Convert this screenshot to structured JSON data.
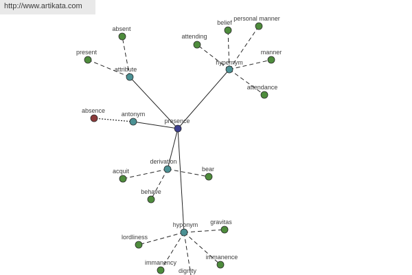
{
  "site_url": "http://www.artikata.com",
  "colors": {
    "center": "#3d3f8e",
    "relation": "#4b9194",
    "word": "#4e8c3c",
    "antonym_word": "#8b3a3a",
    "edge": "#222222"
  },
  "graph": {
    "center": "presence",
    "relations": {
      "attribute": "attribute",
      "hypernym": "hypernym",
      "antonym": "antonym",
      "derivation": "derivation",
      "hyponym": "hyponym"
    },
    "words": {
      "absent": "absent",
      "present": "present",
      "attending": "attending",
      "belief": "belief",
      "personal_manner": "personal manner",
      "manner": "manner",
      "attendance": "attendance",
      "absence": "absence",
      "acquit": "acquit",
      "bear": "bear",
      "behave": "behave",
      "lordliness": "lordliness",
      "gravitas": "gravitas",
      "immanency": "immanency",
      "dignity": "dignity",
      "immanence": "immanence"
    }
  }
}
